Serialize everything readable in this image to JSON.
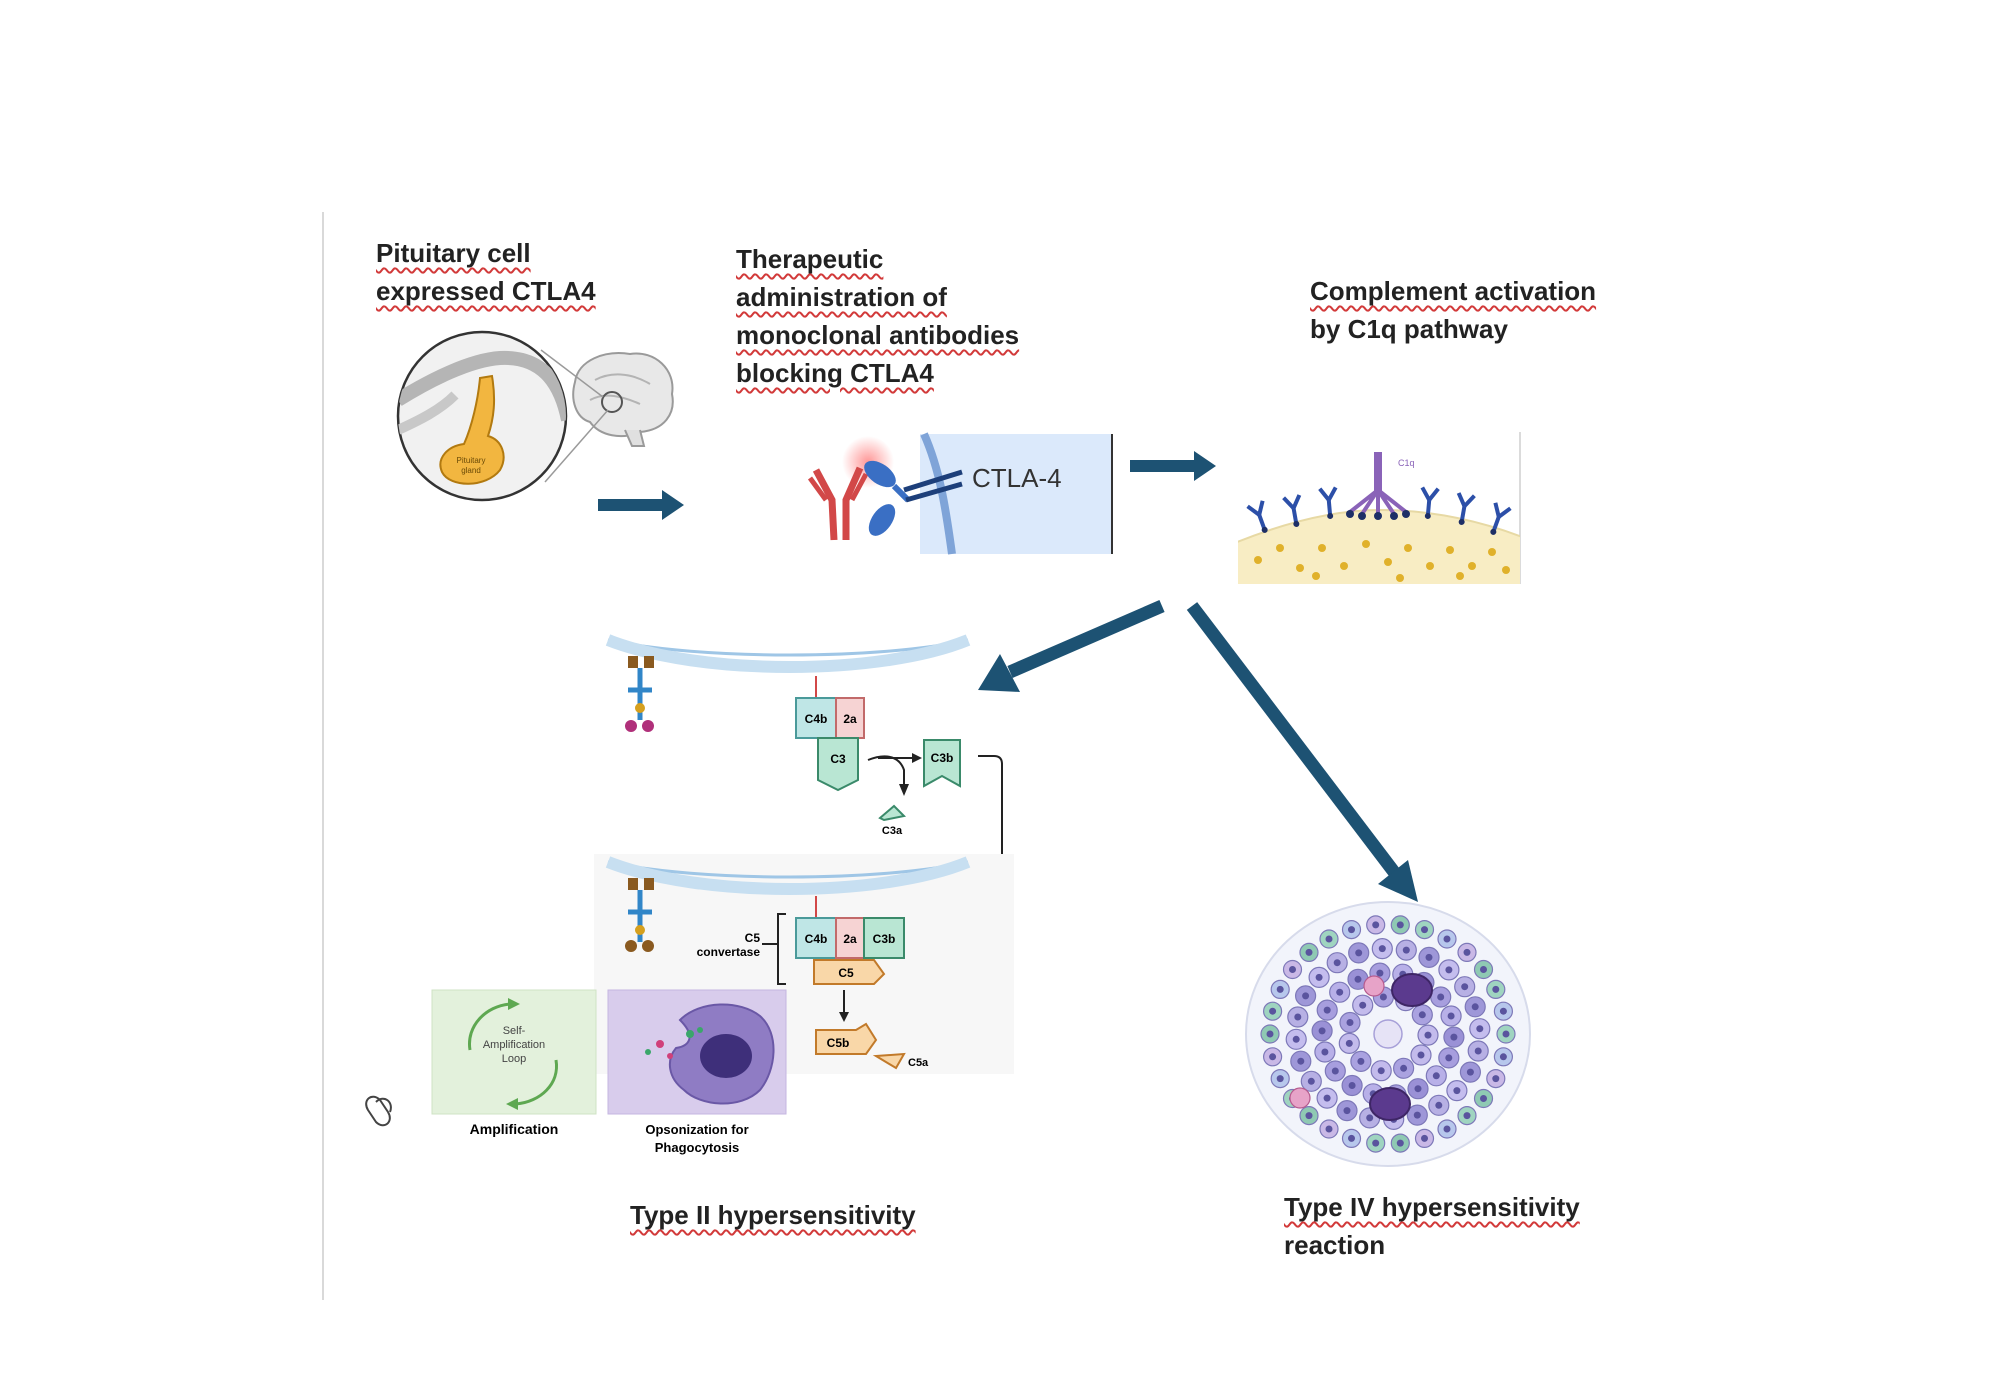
{
  "labels": {
    "pituitary": [
      "Pituitary cell",
      "expressed CTLA4"
    ],
    "therapeutic": [
      "Therapeutic",
      "administration of",
      "monoclonal antibodies",
      "blocking CTLA4"
    ],
    "complement": [
      "Complement activation",
      "by C1q pathway"
    ],
    "type2": [
      "Type II hypersensitivity"
    ],
    "type4": [
      "Type IV hypersensitivity",
      "reaction"
    ]
  },
  "figure_text": {
    "pituitary_gland": [
      "Pituitary",
      "gland"
    ],
    "ctla4": "CTLA-4",
    "c1q": "C1q",
    "c4b": "C4b",
    "c2a": "2a",
    "c3": "C3",
    "c3b": "C3b",
    "c3a": "C3a",
    "c5": "C5",
    "c5b": "C5b",
    "c5a": "C5a",
    "c5_convertase": [
      "C5",
      "convertase"
    ],
    "self_amp": [
      "Self-",
      "Amplification",
      "Loop"
    ],
    "amplification": "Amplification",
    "opsonization": [
      "Opsonization for",
      "Phagocytosis"
    ]
  },
  "colors": {
    "arrow": "#1d5273",
    "antibody_red": "#d24848",
    "antibody_blue": "#3a6fc4",
    "membrane": "#7fa4d8",
    "c4b_teal": "#bfe6e6",
    "c2a_pink": "#f6d3d3",
    "c3_green": "#b9e6d3",
    "c5_orange": "#f9d7a8",
    "cell_yellow": "#f8edc4",
    "gland_orange": "#f2b640",
    "amp_green": "#e3f1dc",
    "phago_purple": "#d8ccec"
  }
}
